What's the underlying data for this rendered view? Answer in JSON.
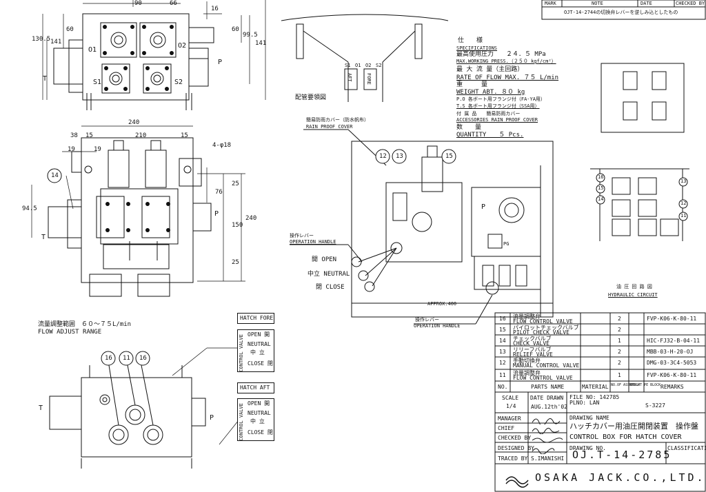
{
  "revision": {
    "mark_header": "MARK",
    "note_header": "NOTE",
    "date_header": "DATE",
    "checked_header": "CHECKED BY",
    "note_text": "OJT-14-2744の切換弁レバーを逆しみ込としたもの"
  },
  "dims": {
    "top_90": "90",
    "top_66": "66",
    "top_16": "16",
    "v_60a": "60",
    "v_141a": "141",
    "v_130_5": "130.5",
    "v_60b": "60",
    "v_99_5": "99.5",
    "v_141b": "141",
    "w_240": "240",
    "w_38": "38",
    "w_15a": "15",
    "w_210": "210",
    "w_15b": "15",
    "w_19a": "19",
    "w_19b": "19",
    "holes": "4-φ18",
    "v_94_5": "94.5",
    "v_25a": "25",
    "v_76": "76",
    "v_150": "150",
    "v_240": "240",
    "v_25b": "25",
    "approx_400": "APPROX.400"
  },
  "ports": {
    "o1": "O1",
    "o2": "O2",
    "s1": "S1",
    "s2": "S2",
    "p": "P",
    "t": "T"
  },
  "piping": {
    "label": "配管要領図",
    "ports": [
      "S1",
      "O1",
      "O2",
      "S2"
    ],
    "valve_a": "AFT",
    "valve_b": "FORE"
  },
  "specs": {
    "title_jp": "仕　　様",
    "title_en": "SPECIFICATIONS",
    "pressure_jp": "最高使用圧力　　２４．５ MPa",
    "pressure_en": "MAX.WORKING PRESS.（２５０ kgf/cm²）",
    "flow_jp": "最 大 流 量（主回路）",
    "flow_en": "RATE OF FLOW MAX. ７５ L/min",
    "weight_jp": "重　　　量",
    "weight_en": "WEIGHT  ABT.  ８０ kg",
    "flange1": "P.O 各ボート用フランジ付（FA-YA用）",
    "flange2": "T.S 各ボート用フランジ付（SSA用）",
    "acc_jp": "付 属 品　　簡易防雨カバー",
    "acc_en": "ACCESSORIES   RAIN PROOF COVER",
    "qty_jp": "数　　量",
    "qty_en": "QUANTITY　　５ Pcs."
  },
  "labels": {
    "rain_jp": "簡易防雨カバー（防水帆布）",
    "rain_en": "RAIN PROOF COVER",
    "handle_jp": "操作レバー",
    "handle_en": "OPERATION HANDLE",
    "open": "開 OPEN",
    "neutral": "中立 NEUTRAL",
    "close": "閉 CLOSE",
    "handle2_jp": "操作レバー",
    "handle2_en": "OPERATION HANDLE",
    "flow_adj_jp": "流量調整範囲　６０〜７５L/min",
    "flow_adj_en": "FLOW ADJUST RANGE",
    "circuit_jp": "油 圧 回 路 図",
    "circuit_en": "HYDRAULIC CIRCUIT",
    "pg": "PG"
  },
  "balloons": [
    "12",
    "13",
    "15",
    "14",
    "11",
    "16",
    "11",
    "16",
    "14",
    "15",
    "16",
    "12",
    "13"
  ],
  "hatch": {
    "fore": "HATCH FORE",
    "aft": "HATCH AFT",
    "cv": "CONTROL VALVE",
    "open": "OPEN 開",
    "neutral": "NEUTRAL",
    "mid": "中 立",
    "close": "CLOSE 閉"
  },
  "parts": [
    {
      "no": "16",
      "jp": "流量調整弁",
      "name": "FLOW CONTROL VALVE",
      "qty": "2",
      "remarks": "FVP-K06-K-80-11"
    },
    {
      "no": "15",
      "jp": "パイロットチェックバルブ",
      "name": "PILOT CHECK VALVE",
      "qty": "2",
      "remarks": ""
    },
    {
      "no": "14",
      "jp": "チェックバルブ",
      "name": "CHECK VALVE",
      "qty": "1",
      "remarks": "HIC-FJ32-B-04-11"
    },
    {
      "no": "13",
      "jp": "リリーフバルブ",
      "name": "RELIEF VALVE",
      "qty": "2",
      "remarks": "MBB-03-H-20-OJ"
    },
    {
      "no": "12",
      "jp": "手動切換弁",
      "name": "MANUAL CONTROL VALVE",
      "qty": "2",
      "remarks": "DMG-03-3C4-5053"
    },
    {
      "no": "11",
      "jp": "流量調整弁",
      "name": "FLOW CONTROL VALVE",
      "qty": "1",
      "remarks": "FVP-K06-K-80-11"
    }
  ],
  "parts_header": {
    "no": "NO.",
    "name": "PARTS NAME",
    "material": "MATERIAL",
    "qty": "NO.OF ASSEMBLY",
    "weight": "WEIGHT PE BLOCK",
    "remarks": "REMARKS"
  },
  "title": {
    "scale_label": "SCALE",
    "scale": "1/4",
    "date_drawn_label": "DATE DRAWN",
    "date": "AUG.12th'02",
    "file_label": "FILE NO: 142785",
    "plno_label": "PLNO: LAN",
    "sheet": "S-3227",
    "manager": "MANAGER",
    "chief": "CHIEF",
    "checked": "CHECKED BY",
    "designed": "DESIGNED BY",
    "traced": "TRACED BY",
    "traced_name": "S.IMANISHI",
    "drawing_name_label": "DRAWING NAME",
    "drawing_name_jp": "ハッチカバー用油圧開閉装置　操作盤",
    "drawing_name_en": "CONTROL BOX FOR HATCH COVER",
    "drawing_no_label": "DRAWING NO.",
    "drawing_no": "OJ.T-14-2785",
    "classification": "CLASSIFICATION",
    "company": "OSAKA JACK.CO.,LTD."
  }
}
